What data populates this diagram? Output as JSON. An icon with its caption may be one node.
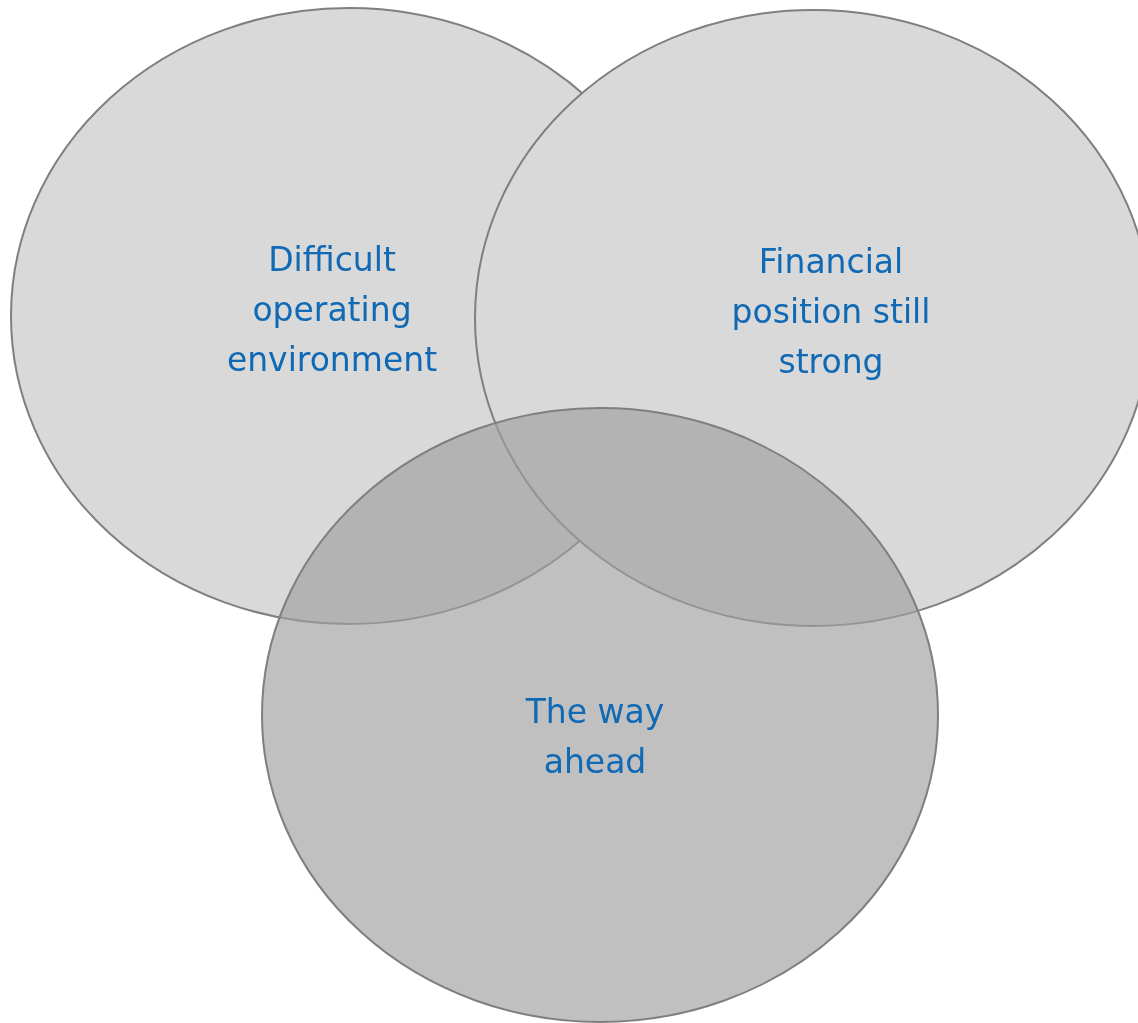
{
  "diagram": {
    "nodes": [
      {
        "text": [
          "Difficult operating environment"
        ]
      },
      {
        "text": [
          "Financial position still strong"
        ]
      },
      {
        "text": [
          "The way ahead"
        ]
      }
    ]
  }
}
